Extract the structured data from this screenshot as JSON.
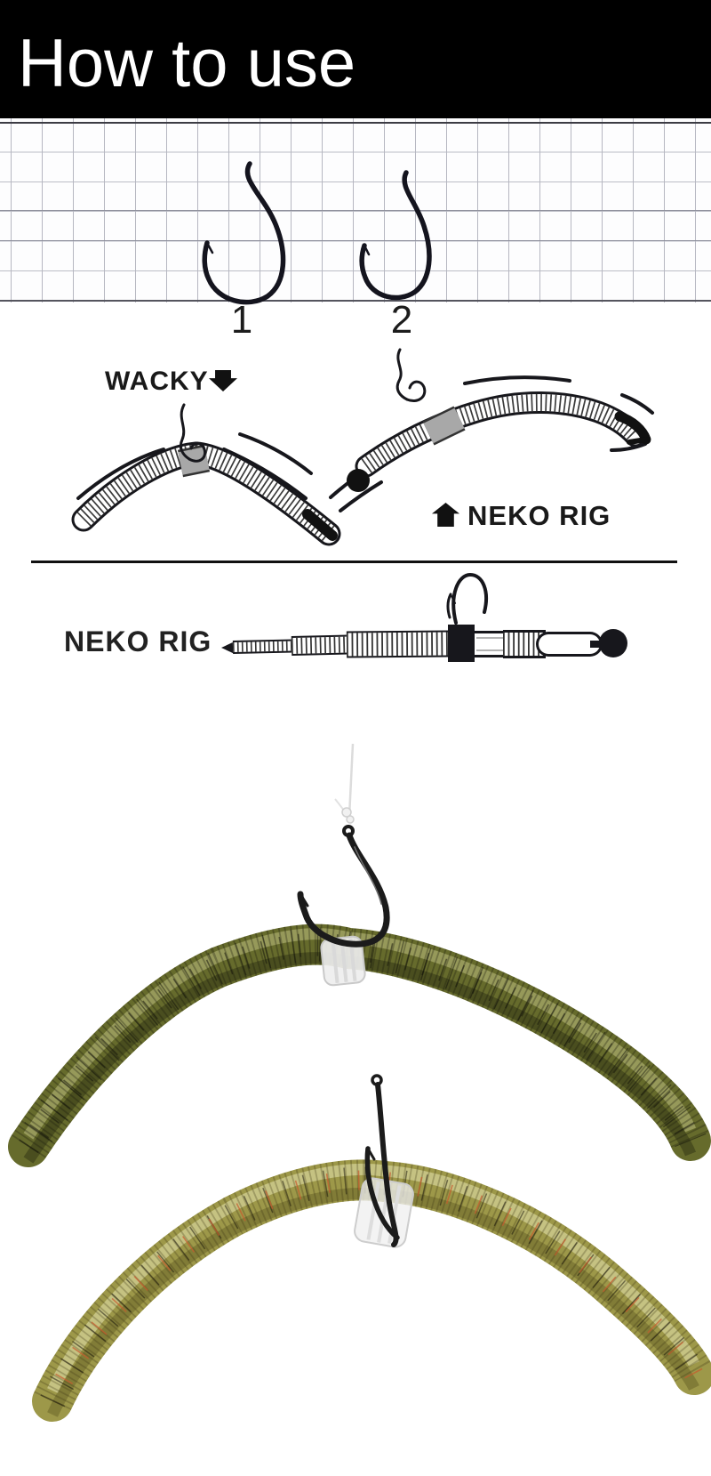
{
  "banner": {
    "title": "How to use",
    "background": "#000000",
    "text_color": "#ffffff"
  },
  "hooks_panel": {
    "hook_labels": [
      "1",
      "2"
    ],
    "grid_line_color": "#b6b7c1",
    "ink_color": "#17171c"
  },
  "rig_guide": {
    "wacky_label": "WACKY",
    "wacky_arrow_icon": "down-arrow-icon",
    "neko_upper_label": "NEKO RIG",
    "neko_upper_arrow_icon": "up-arrow-icon",
    "neko_lower_label": "NEKO RIG",
    "divider_color": "#111111"
  },
  "photos": {
    "top_worm_color": "#666b2c",
    "bottom_worm_color": "#9d9849",
    "o_ring_color": "#ececec",
    "hook_color": "#1b1b1b",
    "fishing_line_color": "#dcdcdc"
  }
}
